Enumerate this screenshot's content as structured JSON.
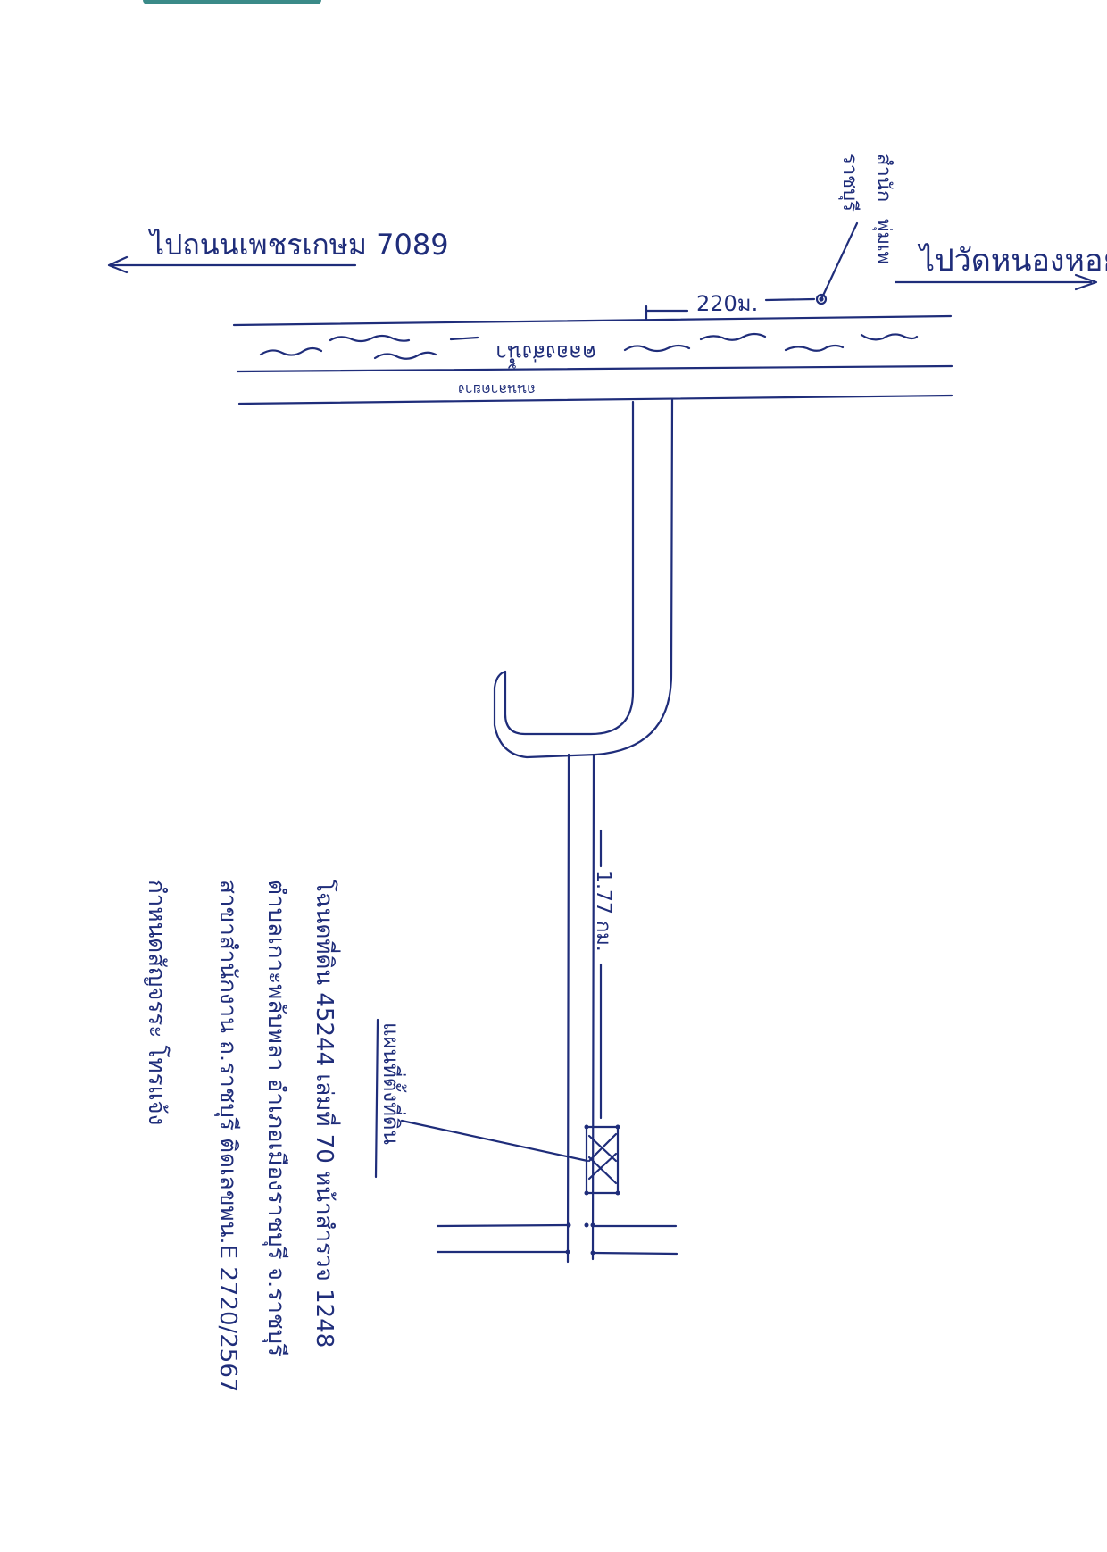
{
  "map": {
    "label_left_road": "ไปถนนเพชรเกษม 7089",
    "label_right_road": "ไปวัดหนองหอย",
    "label_canal": "คลองส่งน้ำ",
    "label_road": "ถนนลาดยาง",
    "label_distance_top": "220ม.",
    "label_distance_side": "1.77 กม.",
    "label_office_line1": "สำนัก",
    "label_office_line2": "ราชบุรี",
    "label_office_line3": "พุ่มเพ",
    "label_target": "แผนที่ตั้งที่ดิน",
    "notes": [
      "โฉนดที่ดิน 45244  เล่มที่ 70 หน้าสำรวจ 1248",
      "ตำบลเกาะพลับพลา  อำเภอเมืองราชบุรี  จ.ราชบุรี",
      "สาขาสำนักงาน  ถ.ราชบุรี  ติดเลขพน.E 2720/2567",
      "กำหนดสัญจรระ    โทรแจ้ง"
    ]
  },
  "colors": {
    "ink": "#1f2d7a",
    "strip": "#3a8a88"
  }
}
